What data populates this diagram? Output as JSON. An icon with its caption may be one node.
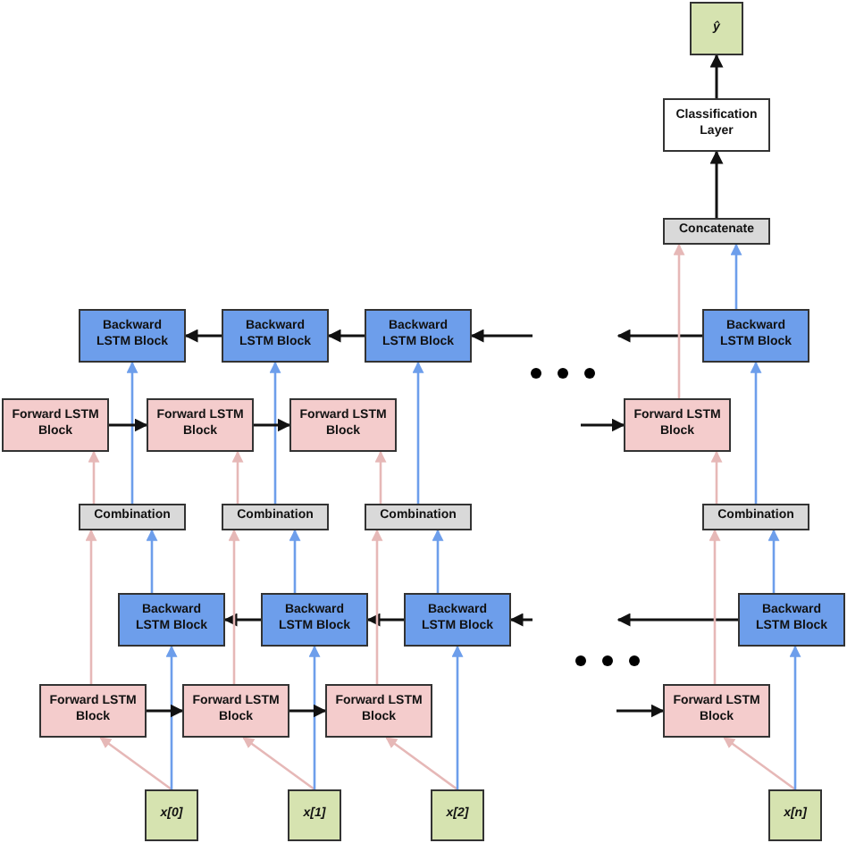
{
  "diagram": {
    "nodes": [
      {
        "text": [
          "ŷ"
        ]
      },
      {
        "text": [
          "Classification Layer"
        ]
      },
      {
        "text": [
          "Concatenate"
        ]
      },
      {
        "text": [
          "Backward LSTM Block"
        ]
      },
      {
        "text": [
          "Backward LSTM Block"
        ]
      },
      {
        "text": [
          "Backward LSTM Block"
        ]
      },
      {
        "text": [
          "Backward LSTM Block"
        ]
      },
      {
        "text": [
          "Forward LSTM Block"
        ]
      },
      {
        "text": [
          "Forward LSTM Block"
        ]
      },
      {
        "text": [
          "Forward LSTM Block"
        ]
      },
      {
        "text": [
          "Forward LSTM Block"
        ]
      },
      {
        "text": [
          "Combination"
        ]
      },
      {
        "text": [
          "Combination"
        ]
      },
      {
        "text": [
          "Combination"
        ]
      },
      {
        "text": [
          "Combination"
        ]
      },
      {
        "text": [
          "Backward LSTM Block"
        ]
      },
      {
        "text": [
          "Backward LSTM Block"
        ]
      },
      {
        "text": [
          "Backward LSTM Block"
        ]
      },
      {
        "text": [
          "Backward LSTM Block"
        ]
      },
      {
        "text": [
          "Forward LSTM Block"
        ]
      },
      {
        "text": [
          "Forward LSTM Block"
        ]
      },
      {
        "text": [
          "Forward LSTM Block"
        ]
      },
      {
        "text": [
          "Forward LSTM Block"
        ]
      },
      {
        "text": [
          "x[0]"
        ]
      },
      {
        "text": [
          "x[1]"
        ]
      },
      {
        "text": [
          "x[2]"
        ]
      },
      {
        "text": [
          "x[n]"
        ]
      }
    ],
    "edges": [
      {
        "from": 23,
        "to": 19,
        "arrow": "to",
        "color": "#e6b8b7"
      },
      {
        "from": 24,
        "to": 20,
        "arrow": "to",
        "color": "#e6b8b7"
      },
      {
        "from": 25,
        "to": 21,
        "arrow": "to",
        "color": "#e6b8b7"
      },
      {
        "from": 26,
        "to": 22,
        "arrow": "to",
        "color": "#e6b8b7"
      },
      {
        "from": 23,
        "to": 15,
        "arrow": "to",
        "color": "#6d9eeb"
      },
      {
        "from": 24,
        "to": 16,
        "arrow": "to",
        "color": "#6d9eeb"
      },
      {
        "from": 25,
        "to": 17,
        "arrow": "to",
        "color": "#6d9eeb"
      },
      {
        "from": 26,
        "to": 18,
        "arrow": "to",
        "color": "#6d9eeb"
      },
      {
        "from": 19,
        "to": 20,
        "arrow": "to"
      },
      {
        "from": 20,
        "to": 21,
        "arrow": "to"
      },
      {
        "from": null,
        "to": 22,
        "arrow": "to"
      },
      {
        "from": 18,
        "to": null,
        "arrow": "to"
      },
      {
        "from": null,
        "to": 17,
        "arrow": "to"
      },
      {
        "from": 17,
        "to": 16,
        "arrow": "to"
      },
      {
        "from": 16,
        "to": 15,
        "arrow": "to"
      },
      {
        "from": 19,
        "to": 11,
        "arrow": "to",
        "color": "#e6b8b7"
      },
      {
        "from": 20,
        "to": 12,
        "arrow": "to",
        "color": "#e6b8b7"
      },
      {
        "from": 21,
        "to": 13,
        "arrow": "to",
        "color": "#e6b8b7"
      },
      {
        "from": 22,
        "to": 14,
        "arrow": "to",
        "color": "#e6b8b7"
      },
      {
        "from": 15,
        "to": 11,
        "arrow": "to",
        "color": "#6d9eeb"
      },
      {
        "from": 16,
        "to": 12,
        "arrow": "to",
        "color": "#6d9eeb"
      },
      {
        "from": 17,
        "to": 13,
        "arrow": "to",
        "color": "#6d9eeb"
      },
      {
        "from": 18,
        "to": 14,
        "arrow": "to",
        "color": "#6d9eeb"
      },
      {
        "from": 11,
        "to": 7,
        "arrow": "to",
        "color": "#e6b8b7"
      },
      {
        "from": 12,
        "to": 8,
        "arrow": "to",
        "color": "#e6b8b7"
      },
      {
        "from": 13,
        "to": 9,
        "arrow": "to",
        "color": "#e6b8b7"
      },
      {
        "from": 14,
        "to": 10,
        "arrow": "to",
        "color": "#e6b8b7"
      },
      {
        "from": 11,
        "to": 3,
        "arrow": "to",
        "color": "#6d9eeb"
      },
      {
        "from": 12,
        "to": 4,
        "arrow": "to",
        "color": "#6d9eeb"
      },
      {
        "from": 13,
        "to": 5,
        "arrow": "to",
        "color": "#6d9eeb"
      },
      {
        "from": 14,
        "to": 6,
        "arrow": "to",
        "color": "#6d9eeb"
      },
      {
        "from": 7,
        "to": 8,
        "arrow": "to"
      },
      {
        "from": 8,
        "to": 9,
        "arrow": "to"
      },
      {
        "from": null,
        "to": 10,
        "arrow": "to"
      },
      {
        "from": 6,
        "to": null,
        "arrow": "to"
      },
      {
        "from": null,
        "to": 5,
        "arrow": "to"
      },
      {
        "from": 5,
        "to": 4,
        "arrow": "to"
      },
      {
        "from": 4,
        "to": 3,
        "arrow": "to"
      },
      {
        "from": 10,
        "to": 2,
        "arrow": "to",
        "color": "#e6b8b7"
      },
      {
        "from": 6,
        "to": 2,
        "arrow": "to",
        "color": "#6d9eeb"
      },
      {
        "from": 2,
        "to": 1,
        "arrow": "to"
      },
      {
        "from": 1,
        "to": 0,
        "arrow": "to"
      }
    ]
  }
}
